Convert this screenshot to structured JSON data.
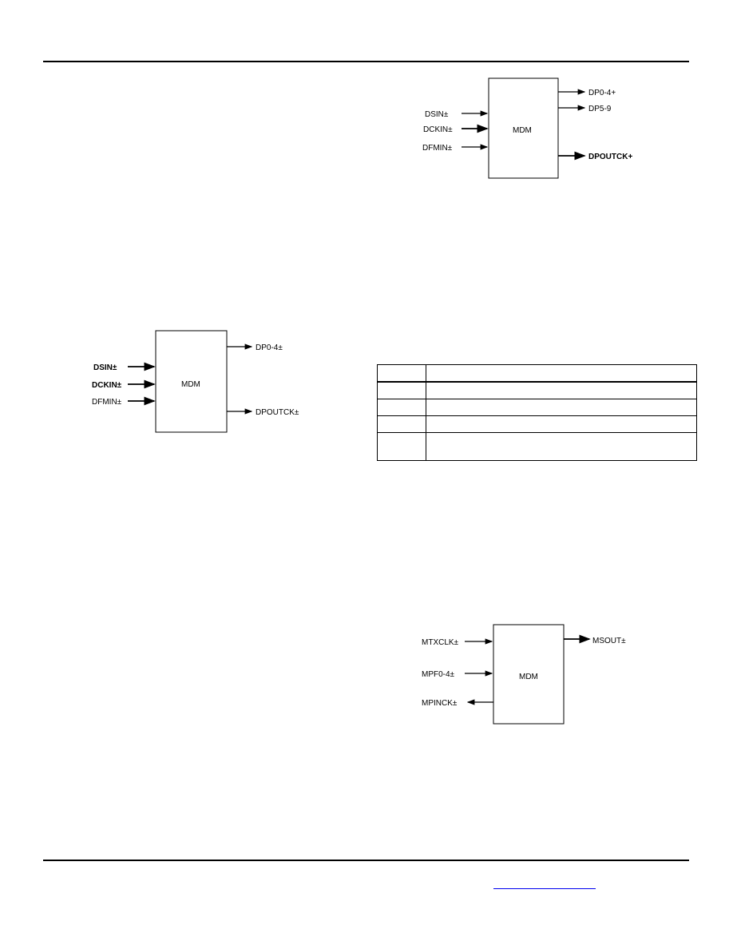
{
  "diagrams": [
    {
      "id": "dist-10bit",
      "block_label": "MDM",
      "inputs": [
        "DSIN±",
        "DCKIN±",
        "DFMIN±"
      ],
      "outputs": [
        "DP0-4+",
        "DP5-9",
        "DPOUTCK+"
      ]
    },
    {
      "id": "dist-5bit",
      "block_label": "MDM",
      "inputs": [
        "DSIN±",
        "DCKIN±",
        "DFMIN±"
      ],
      "outputs": [
        "DP0-4±",
        "DPOUTCK±"
      ]
    },
    {
      "id": "mux",
      "block_label": "MDM",
      "inputs": [
        "MTXCLK±",
        "MPF0-4±"
      ],
      "bidir_output": "MPINCK±",
      "outputs": [
        "MSOUT±"
      ]
    }
  ],
  "table": {
    "rows": [
      [
        "",
        ""
      ],
      [
        "",
        ""
      ],
      [
        "",
        ""
      ],
      [
        "",
        ""
      ],
      [
        "",
        ""
      ]
    ]
  },
  "footer": {
    "link_text": ""
  }
}
